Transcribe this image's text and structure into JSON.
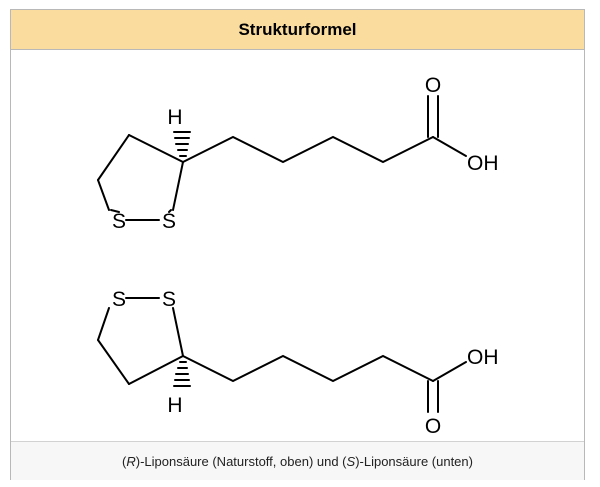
{
  "header": {
    "title": "Strukturformel"
  },
  "structures": {
    "top": {
      "atoms": {
        "h": "H",
        "s1": "S",
        "s2": "S",
        "o": "O",
        "oh": "OH"
      }
    },
    "bottom": {
      "atoms": {
        "s1": "S",
        "s2": "S",
        "h": "H",
        "o": "O",
        "oh": "OH"
      }
    }
  },
  "caption": {
    "open_paren_1": "(",
    "r_label": "R",
    "part_1": ")-Liponsäure (Naturstoff, oben) und (",
    "s_label": "S",
    "part_2": ")-Liponsäure (unten)"
  },
  "colors": {
    "header_bg": "#fadc9e",
    "border": "#b8b8b8",
    "caption_bg": "#f7f7f7"
  }
}
